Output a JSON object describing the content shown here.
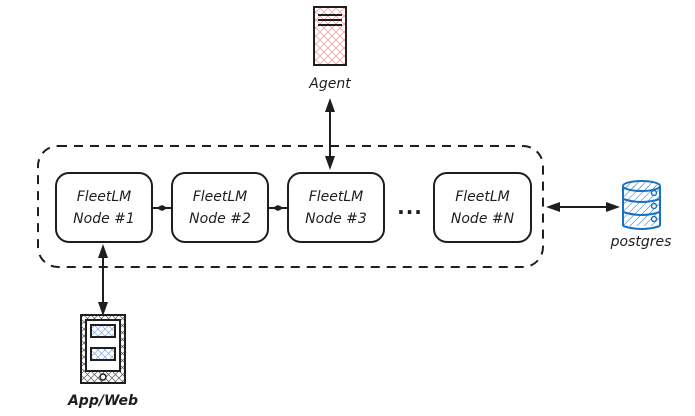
{
  "diagram": {
    "agent": {
      "label": "Agent",
      "icon": "server-icon"
    },
    "cluster": {
      "nodes": [
        {
          "line1": "FleetLM",
          "line2": "Node #1"
        },
        {
          "line1": "FleetLM",
          "line2": "Node #2"
        },
        {
          "line1": "FleetLM",
          "line2": "Node #3"
        },
        {
          "line1": "FleetLM",
          "line2": "Node #N"
        }
      ],
      "ellipsis": "..."
    },
    "database": {
      "label": "postgres",
      "icon": "database-icon"
    },
    "client": {
      "label": "App/Web",
      "icon": "mobile-device-icon"
    },
    "colors": {
      "stroke": "#1e1e1e",
      "agent_fill": "#ffc9c9",
      "database_stroke": "#1971c2",
      "database_fill": "#a5d8ff",
      "client_fill": "#a5d8ff"
    }
  }
}
